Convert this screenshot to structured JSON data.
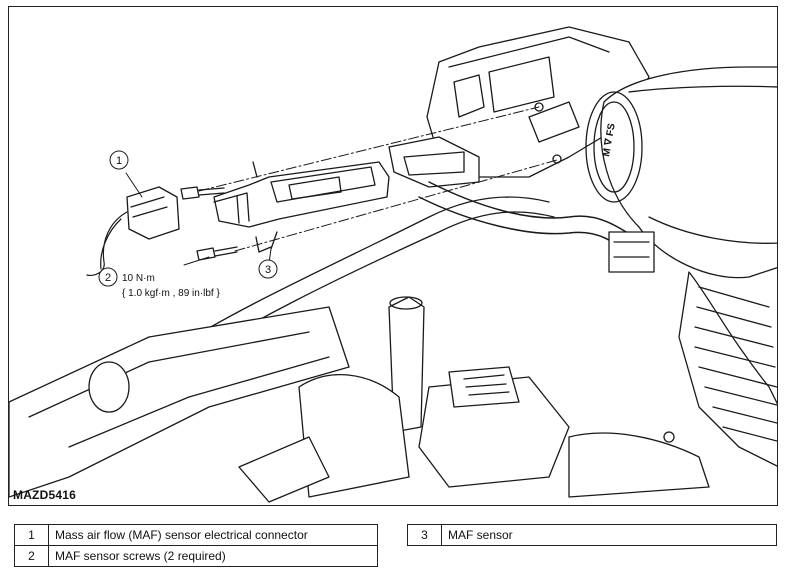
{
  "figure": {
    "id": "MAZD5416",
    "callouts": [
      {
        "number": "1"
      },
      {
        "number": "2",
        "torque_line1": "10 N·m",
        "torque_line2": "{ 1.0 kgf·m , 89 in·lbf }"
      },
      {
        "number": "3"
      }
    ],
    "duct_marking": "M ∇ FS"
  },
  "legend": {
    "left": [
      {
        "number": "1",
        "label": "Mass air flow (MAF) sensor electrical connector"
      },
      {
        "number": "2",
        "label": "MAF sensor screws (2 required)"
      }
    ],
    "right": [
      {
        "number": "3",
        "label": "MAF sensor"
      }
    ]
  }
}
